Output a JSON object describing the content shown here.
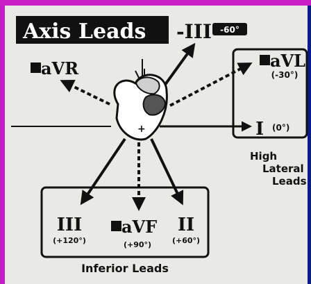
{
  "title": "Axis Leads",
  "leads": {
    "neg3": {
      "name": "-III",
      "angle": "-60°"
    },
    "avr": {
      "name": "aVR"
    },
    "avl": {
      "name": "aVL",
      "angle": "(-30°)"
    },
    "lead1": {
      "name": "I",
      "angle": "(0°)"
    },
    "lead3": {
      "name": "III",
      "angle": "(+120°)"
    },
    "avf": {
      "name": "aVF",
      "angle": "(+90°)"
    },
    "lead2": {
      "name": "II",
      "angle": "(+60°)"
    }
  },
  "groups": {
    "high_lateral": [
      "High",
      "Lateral",
      "Leads"
    ],
    "inferior": "Inferior Leads"
  },
  "center_symbol": "+",
  "colors": {
    "background": "#0c1a8c",
    "border": "#c81ec8",
    "panel": "#e9e9e6",
    "ink": "#111111"
  }
}
